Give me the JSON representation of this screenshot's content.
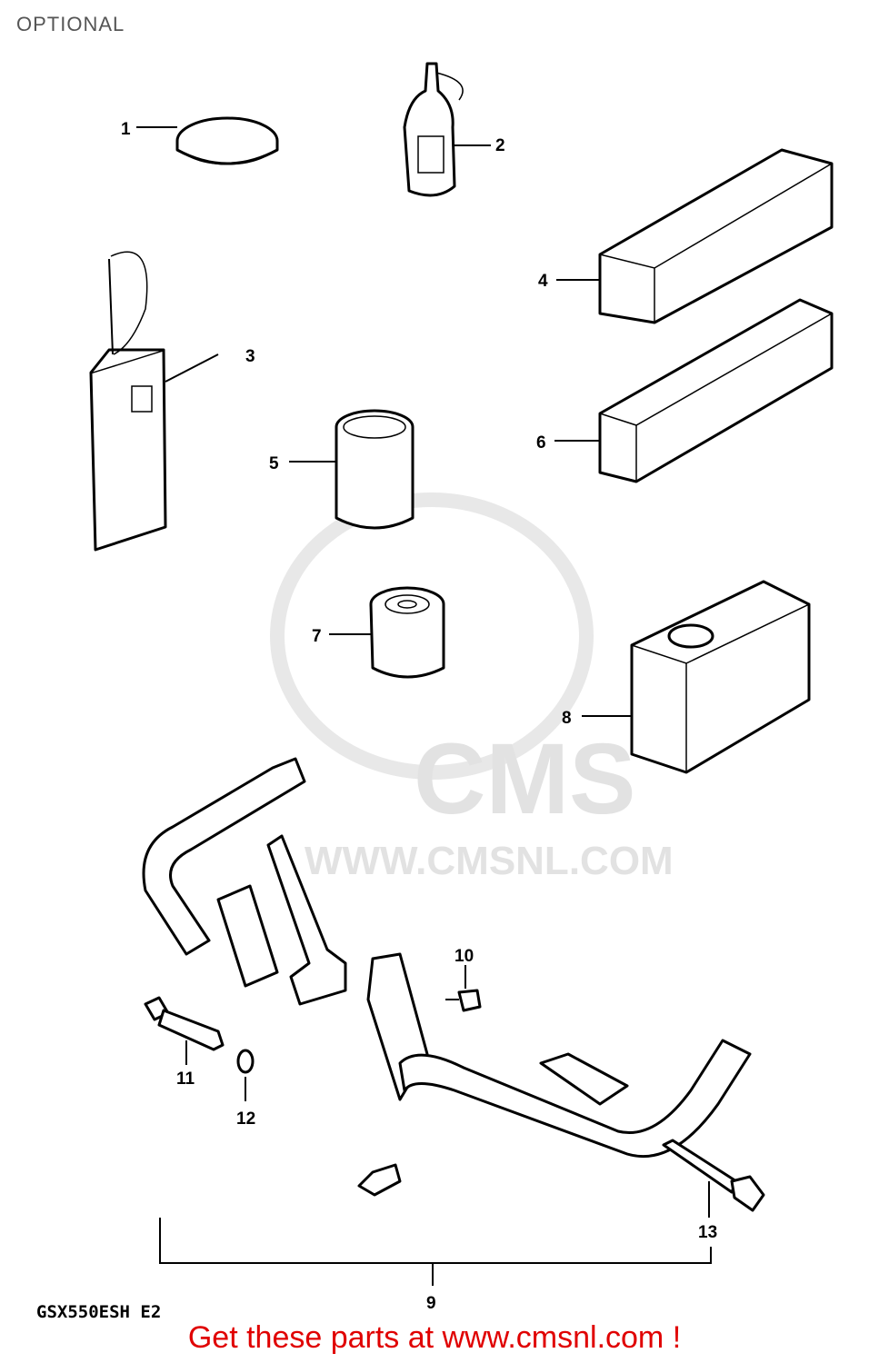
{
  "header": {
    "title": "OPTIONAL"
  },
  "diagram": {
    "model_code": "GSX550ESH E2",
    "callouts": [
      "1",
      "2",
      "3",
      "4",
      "5",
      "6",
      "7",
      "8",
      "9",
      "10",
      "11",
      "12",
      "13"
    ]
  },
  "watermark": {
    "brand": "CMS",
    "url": "WWW.CMSNL.COM"
  },
  "footer": {
    "text": "Get these parts at www.cmsnl.com !",
    "color": "#e00000"
  },
  "colors": {
    "ink": "#000000",
    "watermark": "#e2e2e2",
    "footer_text": "#e00000"
  }
}
